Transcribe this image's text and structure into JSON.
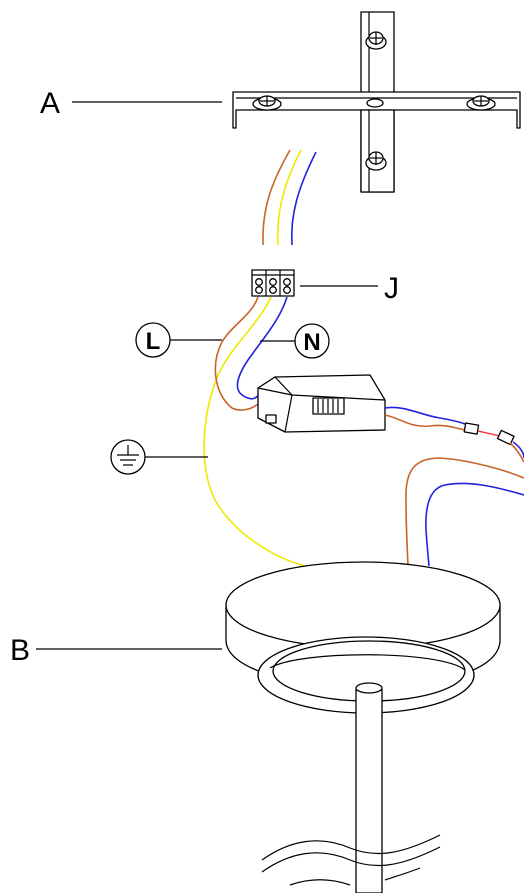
{
  "labels": {
    "bracket": "A",
    "canopy": "B",
    "terminal_block": "J",
    "live": "L",
    "neutral": "N"
  },
  "colors": {
    "live_wire": "#c8642a",
    "earth_wire": "#f0e800",
    "neutral_wire": "#2222dd",
    "line": "#000000",
    "background": "#ffffff"
  },
  "icons": {
    "earth": "earth-ground-icon"
  }
}
